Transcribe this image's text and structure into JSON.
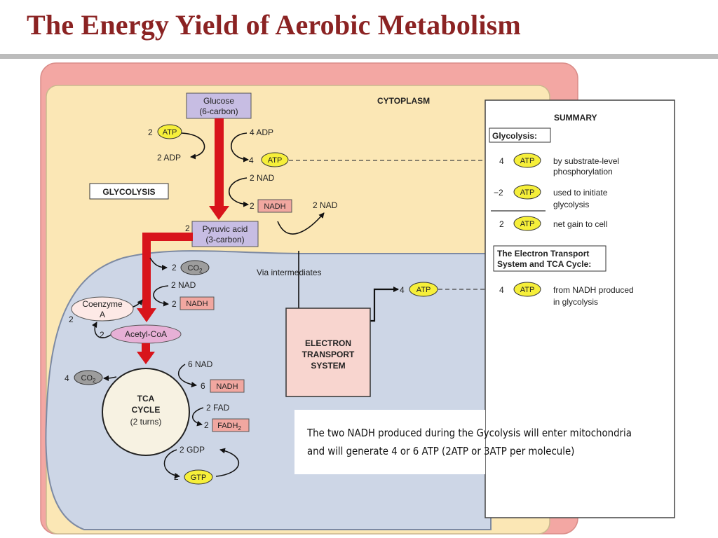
{
  "slide": {
    "title": "The Energy Yield of Aerobic Metabolism"
  },
  "diagram": {
    "cytoplasm_label": "CYTOPLASM",
    "glycolysis_label": "GLYCOLYSIS",
    "glucose": {
      "line1": "Glucose",
      "line2": "(6-carbon)"
    },
    "pyruvic": {
      "count": "2",
      "line1": "Pyruvic acid",
      "line2": "(3-carbon)"
    },
    "atp": "ATP",
    "adp": "ADP",
    "nad": "NAD",
    "nadh": "NADH",
    "co2": "CO",
    "co2_sub": "2",
    "fad": "FAD",
    "fadh": "FADH",
    "fadh_sub": "2",
    "gdp": "GDP",
    "gtp": "GTP",
    "coenzyme": {
      "line1": "Coenzyme",
      "line2": "A"
    },
    "acetyl_coa": "Acetyl-CoA",
    "tca": {
      "line1": "TCA",
      "line2": "CYCLE",
      "line3": "(2 turns)"
    },
    "via_intermediates": "Via intermediates",
    "ets": {
      "line1": "ELECTRON",
      "line2": "TRANSPORT",
      "line3": "SYSTEM"
    },
    "counts": {
      "two": "2",
      "four": "4",
      "six": "6",
      "two_adp": "2 ADP",
      "four_adp": "4 ADP",
      "two_nad": "2 NAD",
      "six_nad": "6 NAD",
      "two_fad": "2 FAD",
      "two_gdp": "2 GDP"
    }
  },
  "summary": {
    "heading": "SUMMARY",
    "glycolysis_heading": "Glycolysis:",
    "rows": [
      {
        "count": "4",
        "label": "ATP",
        "line1": "by substrate-level",
        "line2": "phosphorylation"
      },
      {
        "count": "−2",
        "label": "ATP",
        "line1": "used to initiate",
        "line2": "glycolysis"
      },
      {
        "count": "2",
        "label": "ATP",
        "line1": "net gain to cell",
        "line2": ""
      }
    ],
    "ets_heading": {
      "line1": "The Electron Transport",
      "line2": "System and TCA Cycle:"
    },
    "ets_row": {
      "count": "4",
      "label": "ATP",
      "line1": "from NADH produced",
      "line2": "in glycolysis"
    }
  },
  "caption": {
    "line1": "The two NADH produced during the Gycolysis will enter mitochondria",
    "line2": "and will generate 4 or 6 ATP (2ATP or 3ATP per molecule)"
  },
  "colors": {
    "title": "#8b2323",
    "cell_membrane": "#f3a7a3",
    "cytoplasm": "#fbe7b5",
    "mitochondrion": "#cdd6e6",
    "arrow_red": "#d8141b",
    "atp_yellow": "#f6ef3a",
    "nadh_pink": "#f1a7a0",
    "pink_oval": "#e7b0d6",
    "purple_box": "#c7bde3",
    "co2_gray": "#9d9d9d",
    "ets_box": "#f8d5cf"
  }
}
